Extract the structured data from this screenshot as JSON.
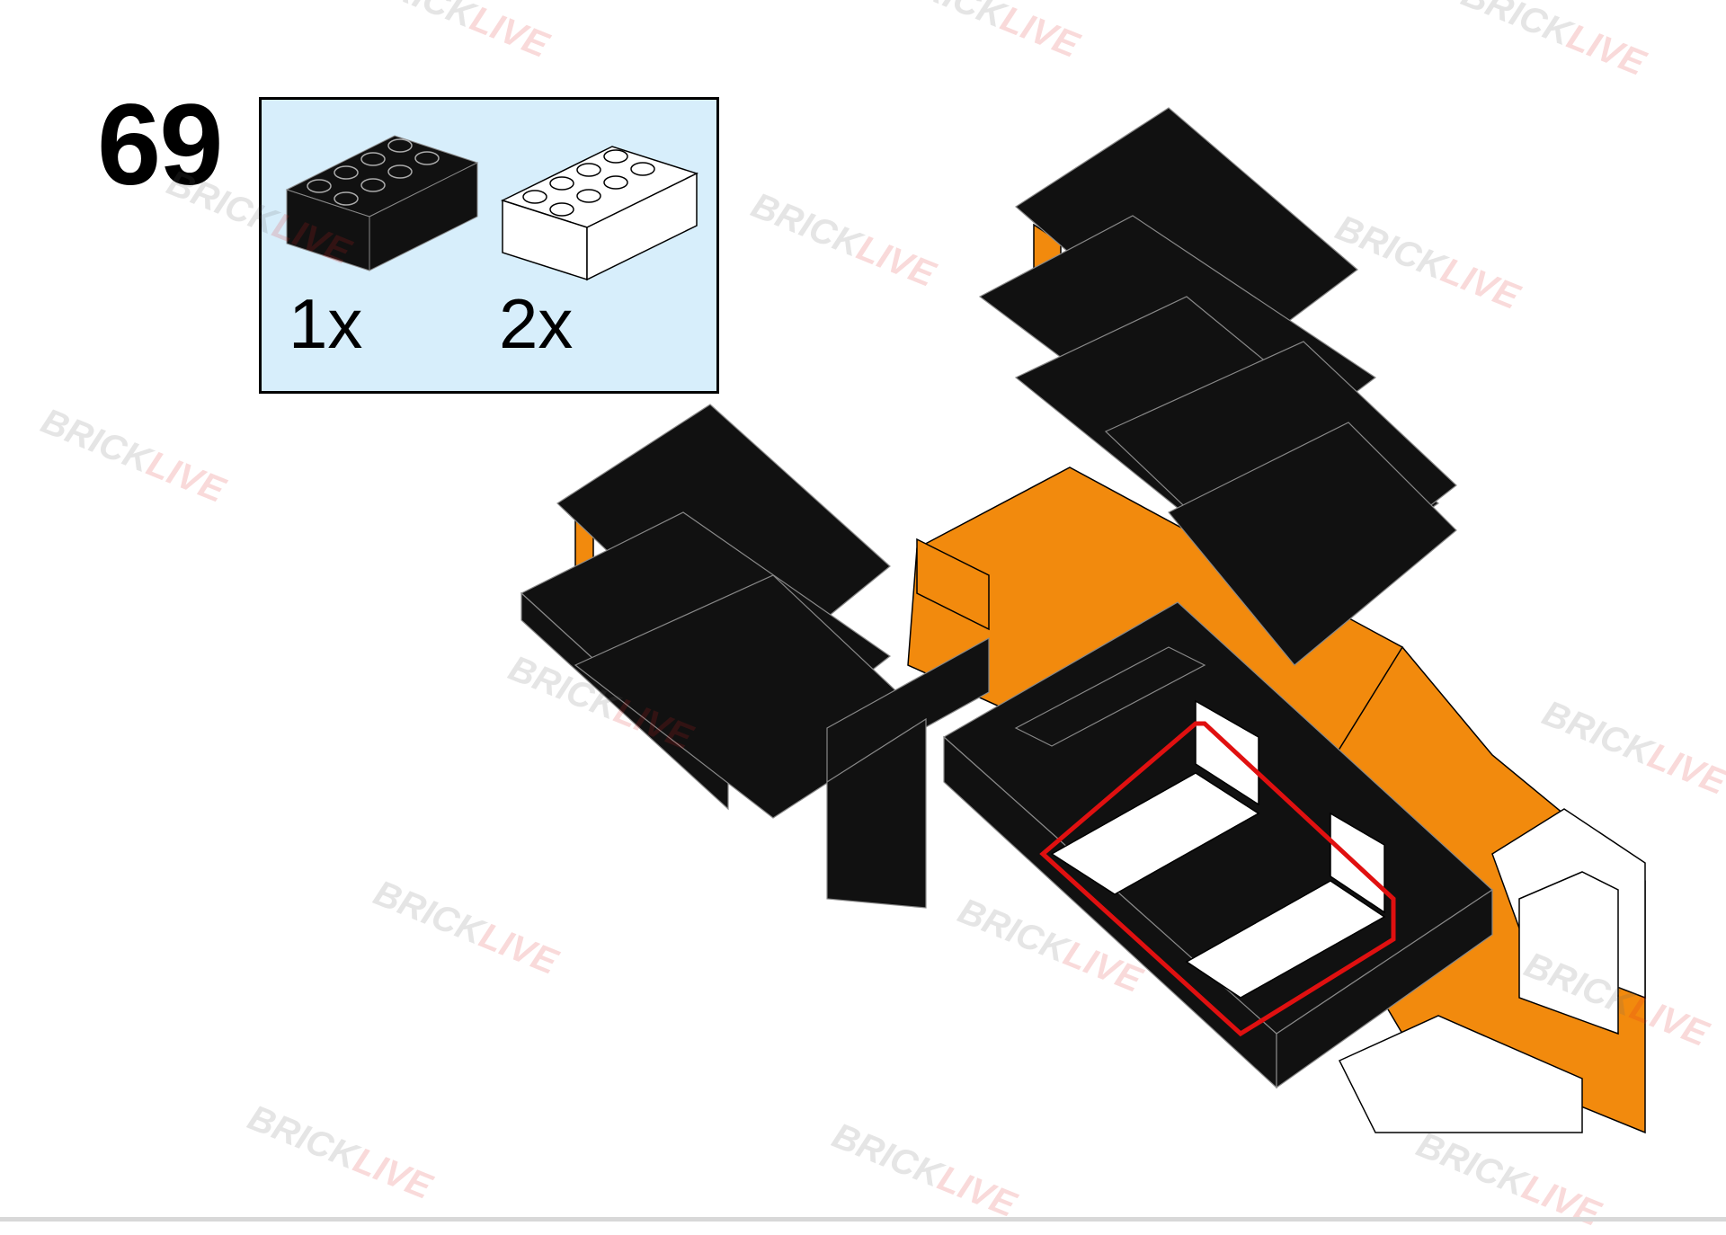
{
  "step": {
    "number": "69"
  },
  "parts": [
    {
      "color_name": "black",
      "fill": "#111111",
      "quantity": "1x",
      "brick": "2x4 brick"
    },
    {
      "color_name": "white",
      "fill": "#ffffff",
      "quantity": "2x",
      "brick": "2x4 brick"
    }
  ],
  "watermark": {
    "part_a": "BRICK",
    "part_b": "LIVE"
  },
  "colors": {
    "parts_box_bg": "#d7eefb",
    "highlight": "#e01010",
    "orange": "#f28a0d",
    "black": "#111111",
    "white": "#ffffff"
  }
}
